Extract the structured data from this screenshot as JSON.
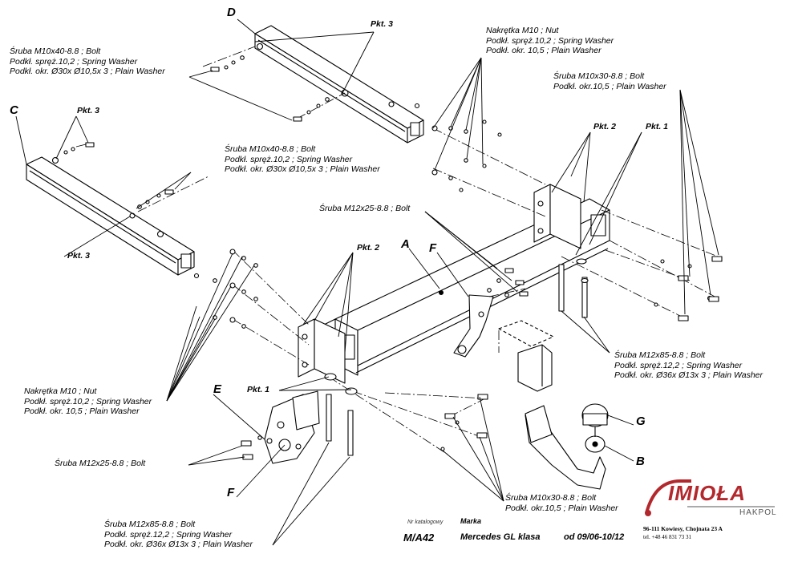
{
  "labels": {
    "bolt_m10x40_top": [
      "Śruba M10x40-8.8 ; Bolt",
      "Podkł. spręż.10,2 ; Spring Washer",
      "Podkł. okr.  Ø30x Ø10,5x 3 ; Plain Washer"
    ],
    "bolt_m10x40_mid": [
      "Śruba M10x40-8.8 ; Bolt",
      "Podkł. spręż.10,2 ; Spring Washer",
      "Podkł. okr.  Ø30x Ø10,5x 3 ; Plain Washer"
    ],
    "nut_m10_top": [
      "Nakrętka  M10 ; Nut",
      "Podkł. spręż.10,2 ; Spring Washer",
      "Podkł. okr. 10,5 ; Plain Washer"
    ],
    "bolt_m10x30_right": [
      "Śruba M10x30-8.8 ; Bolt",
      "Podkł. okr.10,5 ; Plain Washer"
    ],
    "bolt_m12x25_center": [
      "Śruba M12x25-8.8 ; Bolt"
    ],
    "bolt_m12x85_right": [
      "Śruba M12x85-8.8 ; Bolt",
      "Podkł. spręż.12,2 ; Spring Washer",
      "Podkł. okr.  Ø36x Ø13x 3 ; Plain Washer"
    ],
    "nut_m10_left": [
      "Nakrętka  M10 ; Nut",
      "Podkł. spręż.10,2 ; Spring Washer",
      "Podkł. okr. 10,5 ; Plain Washer"
    ],
    "bolt_m12x25_left": [
      "Śruba M12x25-8.8 ;  Bolt"
    ],
    "bolt_m12x85_bottom": [
      "Śruba M12x85-8.8 ; Bolt",
      "Podkł. spręż.12,2 ; Spring Washer",
      "Podkł. okr.  Ø36x Ø13x 3 ; Plain Washer"
    ],
    "bolt_m10x30_bottom": [
      "Śruba M10x30-8.8 ; Bolt",
      "Podkł. okr.10,5 ; Plain Washer"
    ]
  },
  "letters": {
    "A": "A",
    "B": "B",
    "C": "C",
    "D": "D",
    "E": "E",
    "F1": "F",
    "F2": "F",
    "G": "G"
  },
  "points": {
    "pkt3_top": "Pkt. 3",
    "pkt3_c": "Pkt. 3",
    "pkt3_left": "Pkt. 3",
    "pkt2_right": "Pkt. 2",
    "pkt1_right": "Pkt. 1",
    "pkt2_center": "Pkt. 2",
    "pkt1_left": "Pkt. 1"
  },
  "title_block": {
    "catalog_label": "Nr katalogowy",
    "catalog_no": "M/A42",
    "brand_label": "Marka",
    "model": "Mercedes GL klasa",
    "years": "od 09/06-10/12"
  },
  "company": {
    "name": "IMIOŁA",
    "sub": "HAKPOL",
    "address": "96-111 Kowiesy, Chojnata 23 A",
    "phone": "tel. +48 46 831 73 31",
    "accent_color": "#b3282d"
  }
}
